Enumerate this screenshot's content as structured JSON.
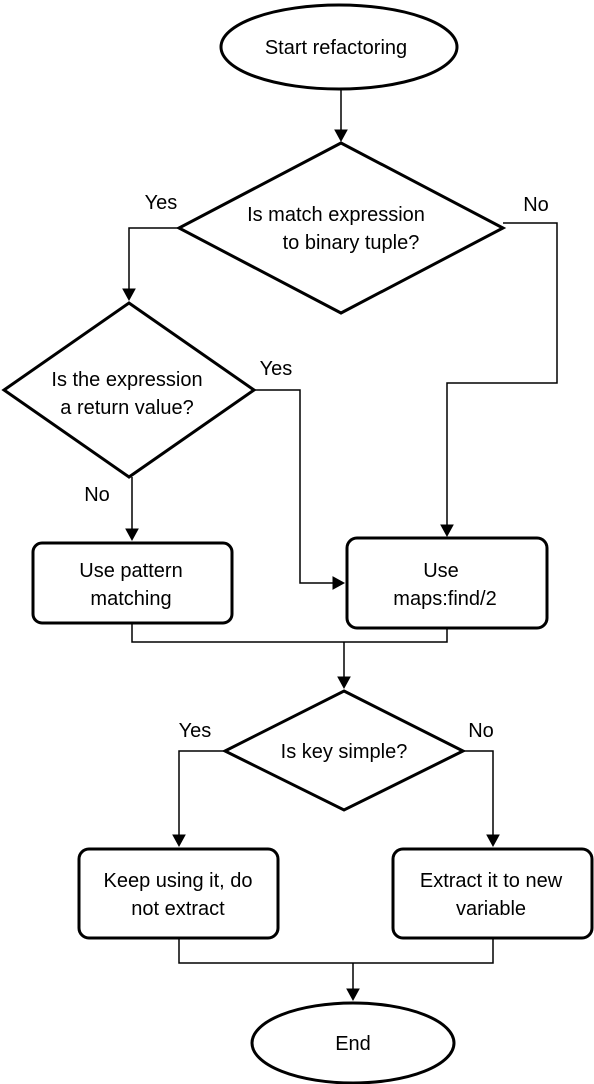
{
  "nodes": {
    "start": {
      "label": "Start refactoring"
    },
    "decision_binary_tuple": {
      "lines": [
        "Is match expression",
        "to binary tuple?"
      ]
    },
    "decision_return_value": {
      "lines": [
        "Is the expression",
        "a return value?"
      ]
    },
    "process_pattern_matching": {
      "lines": [
        "Use pattern",
        "matching"
      ]
    },
    "process_maps_find": {
      "lines": [
        "Use",
        "maps:find/2"
      ]
    },
    "decision_key_simple": {
      "label": "Is key simple?"
    },
    "process_keep_using": {
      "lines": [
        "Keep using it, do",
        "not extract"
      ]
    },
    "process_extract": {
      "lines": [
        "Extract it to new",
        "variable"
      ]
    },
    "end": {
      "label": "End"
    }
  },
  "edge_labels": {
    "binary_tuple_yes": "Yes",
    "binary_tuple_no": "No",
    "return_value_yes": "Yes",
    "return_value_no": "No",
    "key_simple_yes": "Yes",
    "key_simple_no": "No"
  }
}
